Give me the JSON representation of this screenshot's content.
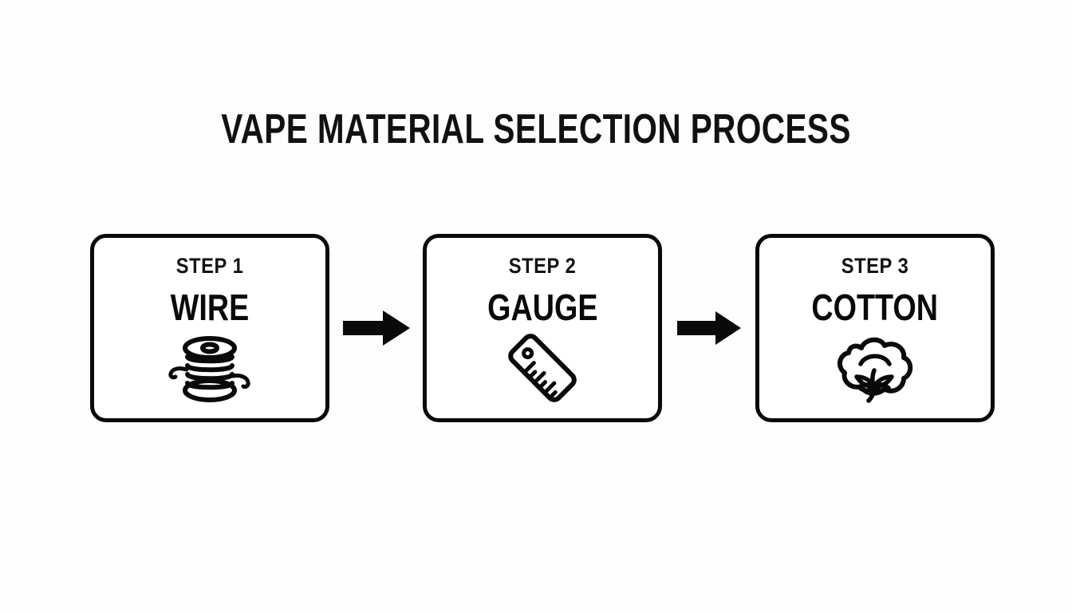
{
  "page": {
    "title": "VAPE MATERIAL SELECTION PROCESS",
    "background_color": "#fdfdfd",
    "ink_color": "#0a0a0a",
    "layout": "horizontal-3-step-flow"
  },
  "steps": [
    {
      "label": "STEP 1",
      "title": "WIRE",
      "icon": "wire-spool-icon"
    },
    {
      "label": "STEP 2",
      "title": "GAUGE",
      "icon": "ruler-icon"
    },
    {
      "label": "STEP 3",
      "title": "COTTON",
      "icon": "cotton-boll-icon"
    }
  ],
  "connectors": [
    {
      "icon": "arrow-right-icon",
      "from": "STEP 1",
      "to": "STEP 2"
    },
    {
      "icon": "arrow-right-icon",
      "from": "STEP 2",
      "to": "STEP 3"
    }
  ]
}
